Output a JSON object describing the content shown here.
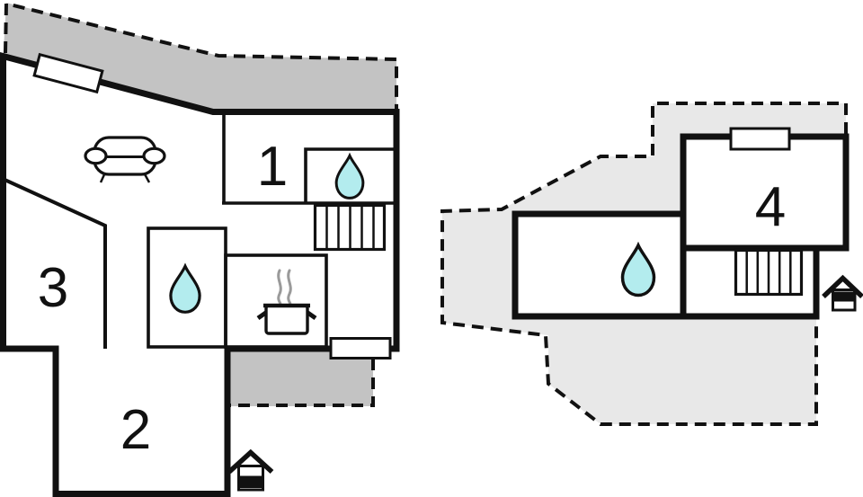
{
  "plan": {
    "rooms": [
      {
        "id": "room-1",
        "label": "1"
      },
      {
        "id": "room-2",
        "label": "2"
      },
      {
        "id": "room-3",
        "label": "3"
      },
      {
        "id": "room-4",
        "label": "4"
      }
    ],
    "colors": {
      "wall": "#111111",
      "terrace_gray": "#c3c3c3",
      "plot_gray": "#e8e8e8",
      "water_drop": "#b3ecee",
      "steam_gray": "#9a9a9a",
      "window_fill": "#ffffff"
    },
    "icons": {
      "sofa": "sofa-icon",
      "water": "water-drop-icon",
      "stove": "stove-pot-icon",
      "stairs": "stairs-icon",
      "sauna": "sauna-house-icon",
      "window": "window-icon"
    }
  }
}
